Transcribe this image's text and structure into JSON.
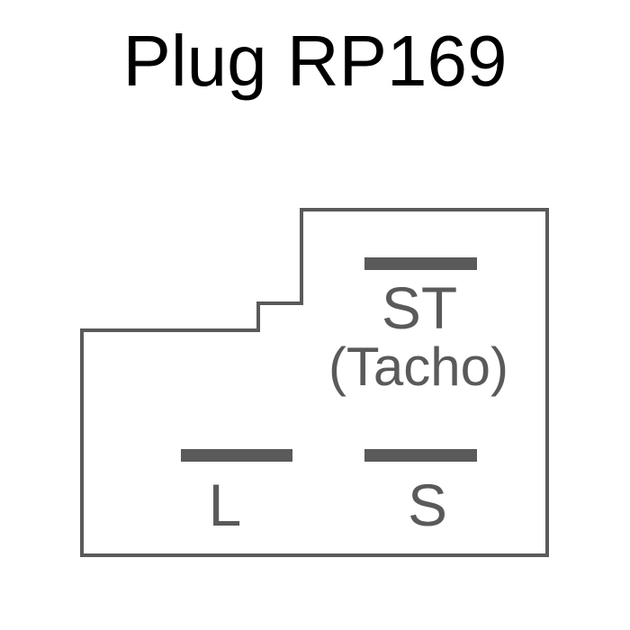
{
  "title": "Plug RP169",
  "colors": {
    "outline": "#5a5a5a",
    "terminal": "#5a5a5a",
    "label": "#5a5a5a",
    "title": "#000000"
  },
  "terminals": [
    {
      "id": "st",
      "label": "ST",
      "sublabel": "(Tacho)"
    },
    {
      "id": "l",
      "label": "L",
      "sublabel": ""
    },
    {
      "id": "s",
      "label": "S",
      "sublabel": ""
    }
  ]
}
